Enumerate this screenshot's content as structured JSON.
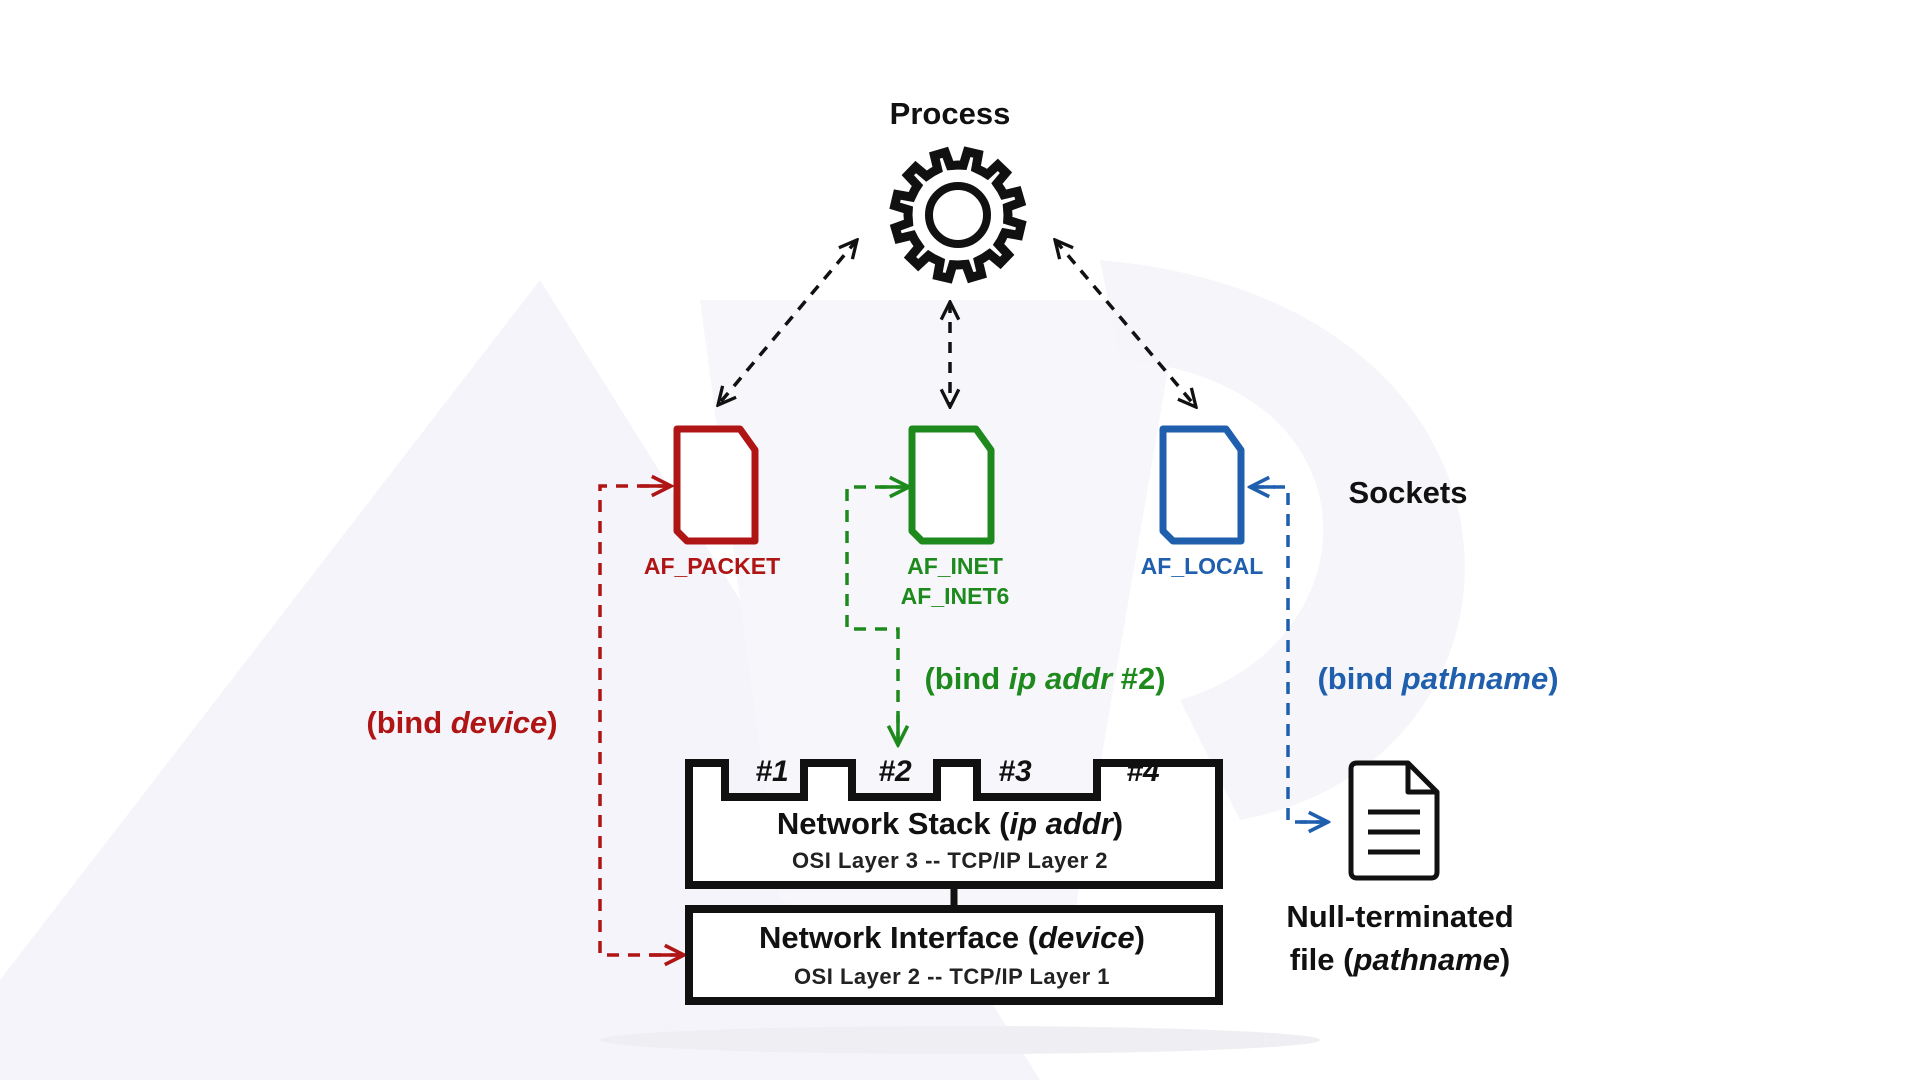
{
  "colors": {
    "packet": "#b01515",
    "inet": "#1e8a1e",
    "local": "#1f5fae",
    "ink": "#111111",
    "watermark": "#f2f2f8"
  },
  "process": {
    "title": "Process",
    "icon": "gear-icon"
  },
  "sockets_label": "Sockets",
  "sockets": [
    {
      "name": "AF_PACKET",
      "lines": [
        "AF_PACKET"
      ],
      "icon": "socket-file-icon"
    },
    {
      "name": "AF_INET",
      "lines": [
        "AF_INET",
        "AF_INET6"
      ],
      "icon": "socket-file-icon"
    },
    {
      "name": "AF_LOCAL",
      "lines": [
        "AF_LOCAL"
      ],
      "icon": "socket-file-icon"
    }
  ],
  "binds": {
    "device": {
      "prefix": "(bind ",
      "emph": "device",
      "suffix": ")"
    },
    "ip": {
      "prefix": "(bind ",
      "emph": "ip addr",
      "suffix": " #2)"
    },
    "path": {
      "prefix": "(bind ",
      "emph": "pathname",
      "suffix": ")"
    }
  },
  "network_stack": {
    "title": "Network Stack (",
    "emph": "ip addr",
    "close": ")",
    "subtitle": "OSI Layer 3 -- TCP/IP Layer 2",
    "slots": [
      "#1",
      "#2",
      "#3",
      "#4"
    ]
  },
  "network_interface": {
    "title": "Network Interface (",
    "emph": "device",
    "close": ")",
    "subtitle": "OSI Layer 2 -- TCP/IP Layer 1"
  },
  "file": {
    "icon": "document-icon",
    "line1": "Null-terminated",
    "line2_prefix": "file (",
    "line2_emph": "pathname",
    "line2_suffix": ")"
  }
}
